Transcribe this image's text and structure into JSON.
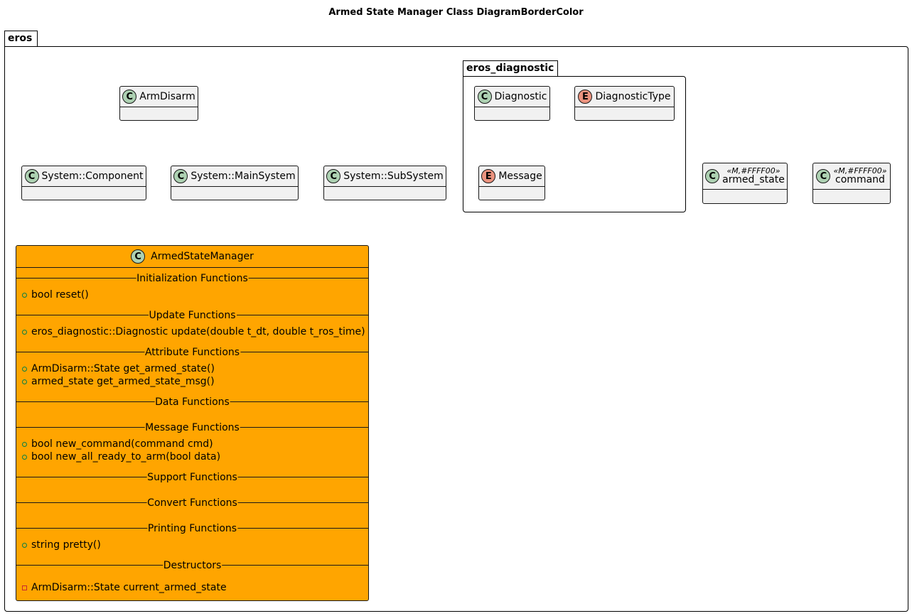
{
  "title": "Armed State Manager Class DiagramBorderColor",
  "packages": {
    "eros": "eros",
    "eros_diagnostic": "eros_diagnostic"
  },
  "classes": {
    "armdisarm": "ArmDisarm",
    "component": "System::Component",
    "mainsystem": "System::MainSystem",
    "subsystem": "System::SubSystem",
    "diagnostic": "Diagnostic",
    "diagnostictype": "DiagnosticType",
    "message": "Message",
    "armed_state": "armed_state",
    "armed_state_stereotype": "«M,#FFFF00»",
    "command": "command",
    "command_stereotype": "«M,#FFFF00»"
  },
  "circle_letters": {
    "class": "C",
    "enum": "E"
  },
  "asm": {
    "name": "ArmedStateManager",
    "color": "#FFA500",
    "sections": {
      "init": "Initialization Functions",
      "update": "Update Functions",
      "attribute": "Attribute Functions",
      "data": "Data Functions",
      "message": "Message Functions",
      "support": "Support Functions",
      "convert": "Convert Functions",
      "printing": "Printing Functions",
      "destructors": "Destructors"
    },
    "members": {
      "reset": "bool reset()",
      "update": "eros_diagnostic::Diagnostic update(double t_dt, double t_ros_time)",
      "get_state": "ArmDisarm::State get_armed_state()",
      "get_msg": "armed_state get_armed_state_msg()",
      "new_command": "bool new_command(command cmd)",
      "new_all_ready": "bool new_all_ready_to_arm(bool data)",
      "pretty": "string pretty()",
      "current_state": "ArmDisarm::State current_armed_state"
    }
  },
  "colors": {
    "class_fill": "#F1F1F1",
    "class_circle": "#ADD1B2",
    "enum_circle": "#EB937F",
    "public_marker": "#038048",
    "private_marker": "#C82930"
  }
}
